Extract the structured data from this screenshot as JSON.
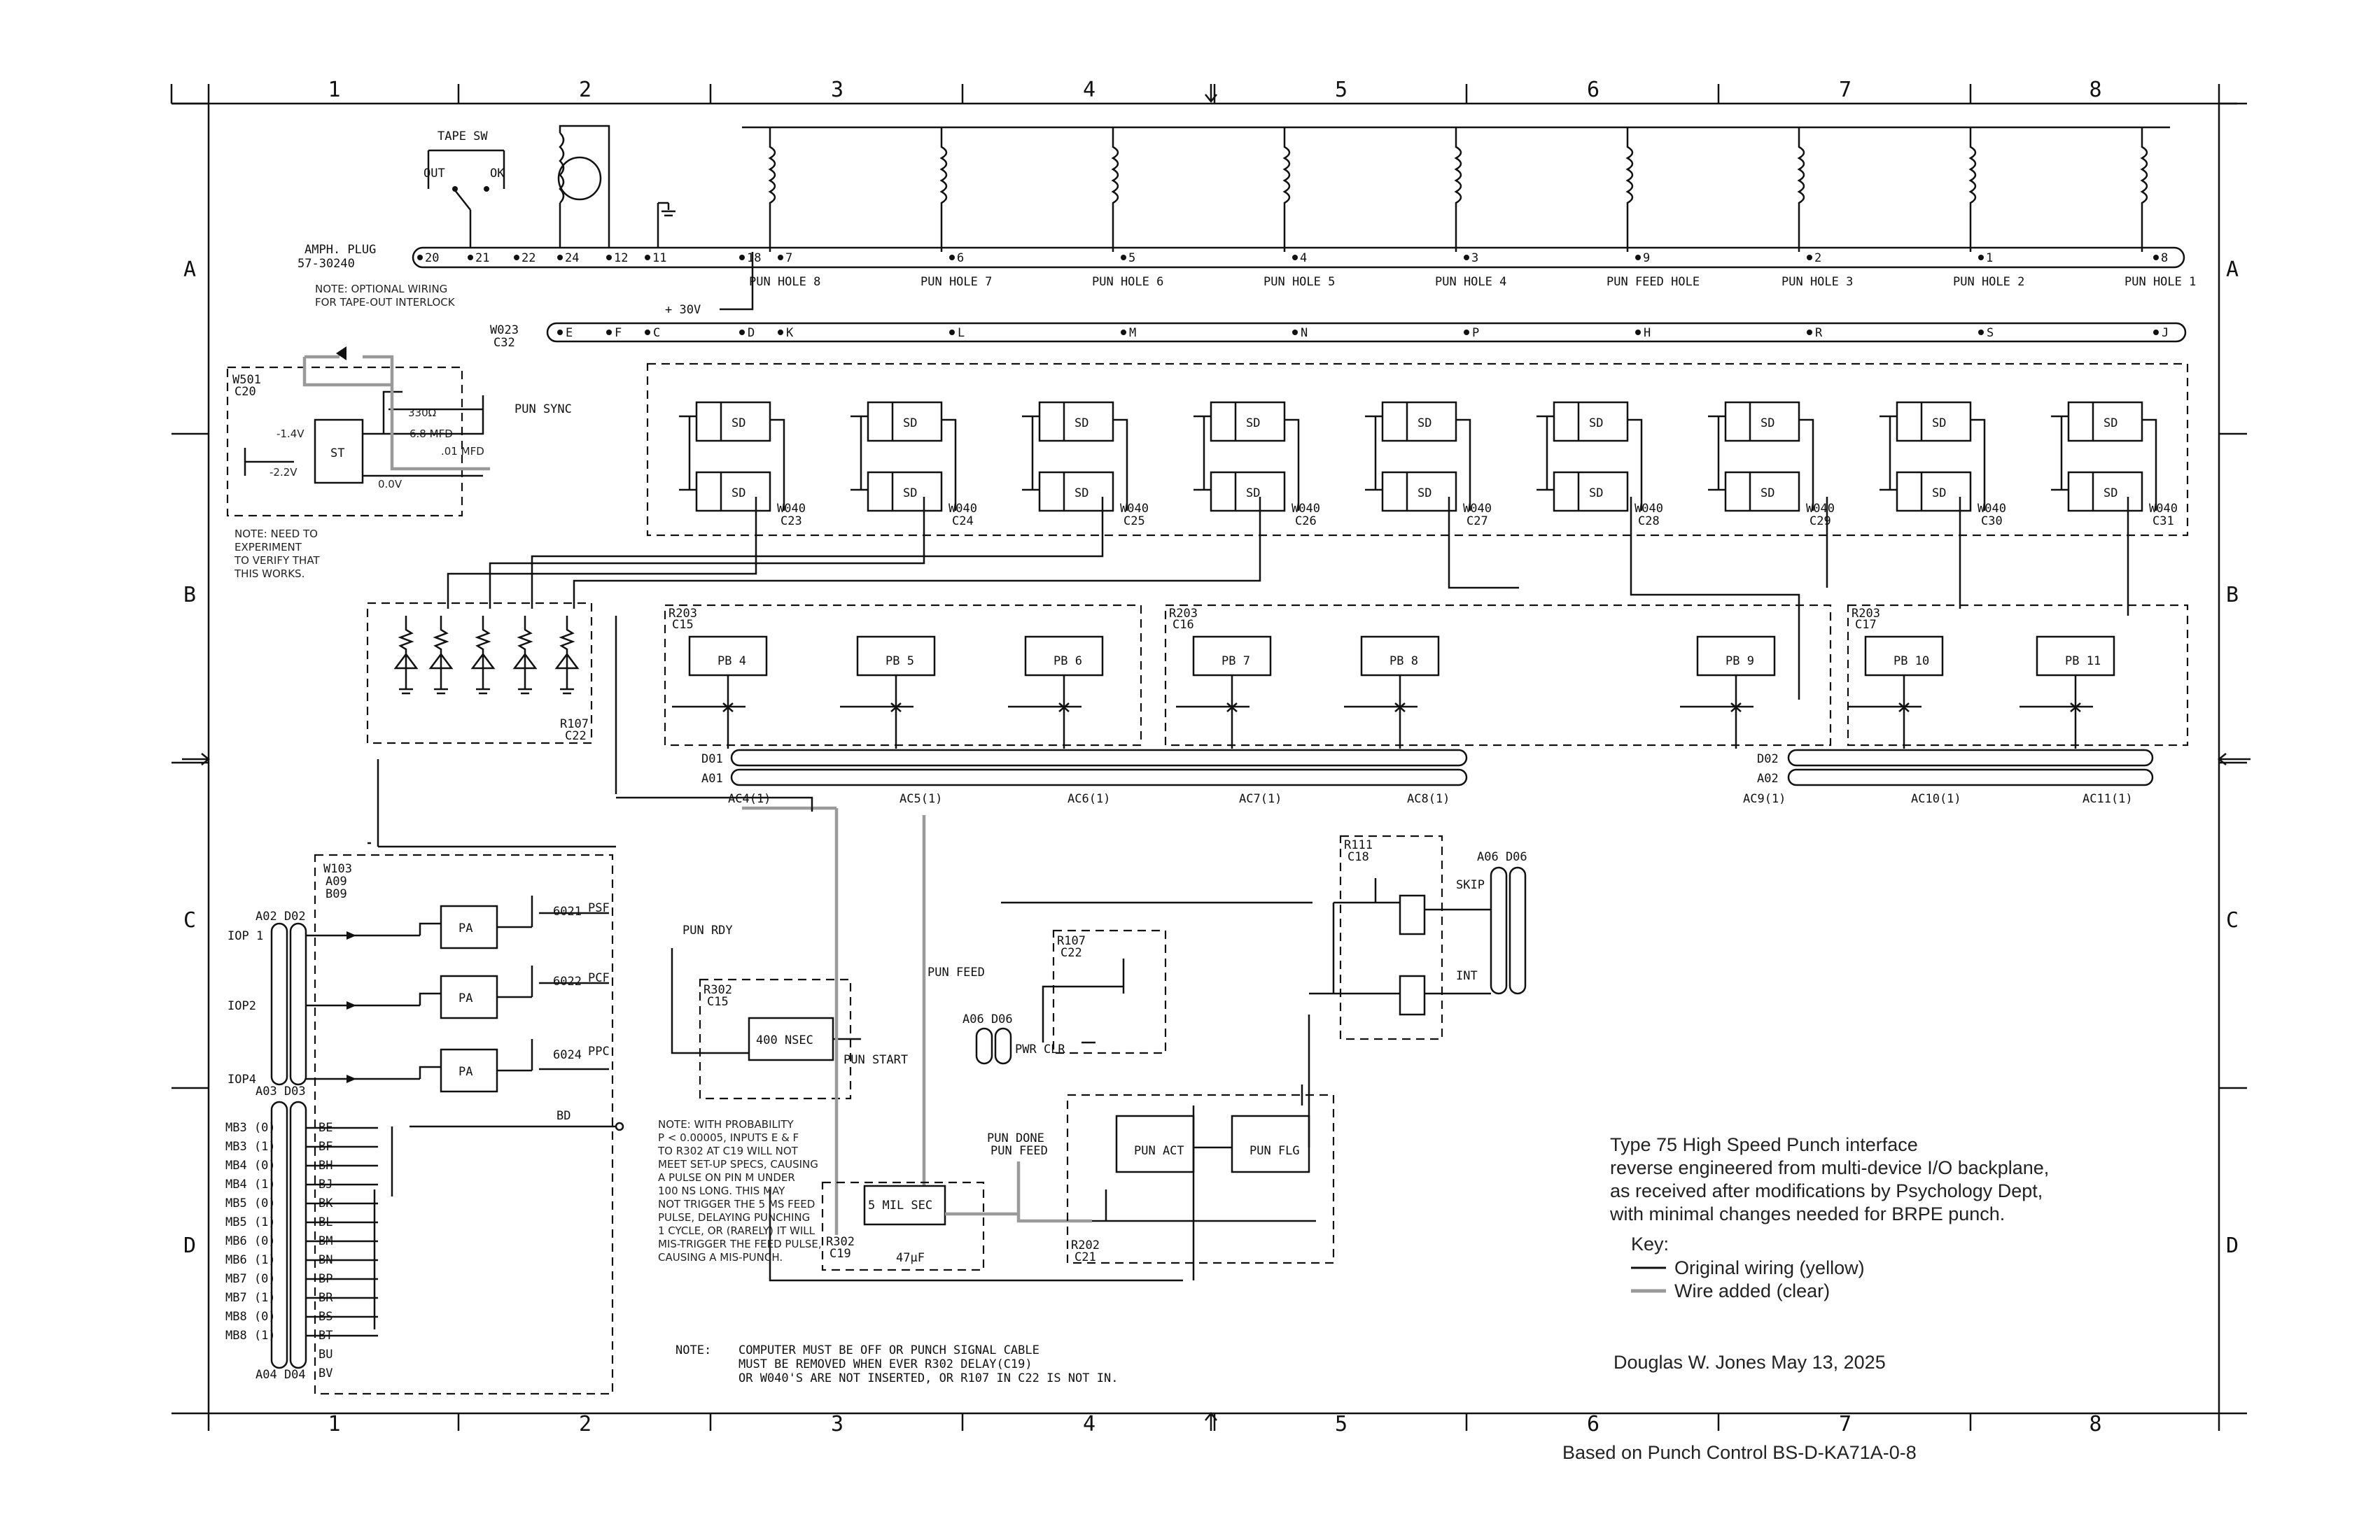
{
  "zones": {
    "columns": [
      "1",
      "2",
      "3",
      "4",
      "5",
      "6",
      "7",
      "8"
    ],
    "rows": [
      "A",
      "B",
      "C",
      "D"
    ]
  },
  "top": {
    "tape_sw": "TAPE SW",
    "out": "OUT",
    "ok": "OK",
    "amph_plug": "AMPH. PLUG",
    "amph_part": "57-30240",
    "note_optional": "NOTE: OPTIONAL WIRING",
    "note_optional2": "FOR TAPE-OUT INTERLOCK",
    "w023": "W023",
    "c32": "C32",
    "v30": "+ 30V",
    "pun_sync": "PUN SYNC"
  },
  "plug_pins": [
    "20",
    "21",
    "22",
    "24",
    "12",
    "11",
    "18",
    "7",
    "6",
    "5",
    "4",
    "3",
    "9",
    "2",
    "1",
    "8"
  ],
  "lower_pins": [
    "E",
    "F",
    "C",
    "D",
    "K",
    "L",
    "M",
    "N",
    "P",
    "H",
    "R",
    "S",
    "J"
  ],
  "hole_labels": [
    "PUN HOLE 8",
    "PUN HOLE 7",
    "PUN HOLE 6",
    "PUN HOLE 5",
    "PUN HOLE 4",
    "PUN FEED HOLE",
    "PUN HOLE 3",
    "PUN HOLE 2",
    "PUN HOLE 1"
  ],
  "w501": {
    "name": "W501",
    "slot": "C20",
    "st": "ST",
    "v1": "-1.4V",
    "v2": "-2.2V",
    "r": "330Ω",
    "c1": "6.8 MFD",
    "c2": ".01 MFD",
    "v0": "0.0V",
    "note": [
      "NOTE: NEED TO",
      "EXPERIMENT",
      "TO VERIFY THAT",
      "THIS WORKS."
    ]
  },
  "sd_label": "SD",
  "w040_modules": [
    {
      "name": "W040",
      "slot": "C23"
    },
    {
      "name": "W040",
      "slot": "C24"
    },
    {
      "name": "W040",
      "slot": "C25"
    },
    {
      "name": "W040",
      "slot": "C26"
    },
    {
      "name": "W040",
      "slot": "C27"
    },
    {
      "name": "W040",
      "slot": "C28"
    },
    {
      "name": "W040",
      "slot": "C29"
    },
    {
      "name": "W040",
      "slot": "C30"
    },
    {
      "name": "W040",
      "slot": "C31"
    }
  ],
  "r107_c22": {
    "name": "R107",
    "slot": "C22"
  },
  "r203": [
    {
      "name": "R203",
      "slot": "C15"
    },
    {
      "name": "R203",
      "slot": "C16"
    },
    {
      "name": "R203",
      "slot": "C17"
    }
  ],
  "pb_modules": [
    "PB 4",
    "PB 5",
    "PB 6",
    "PB 7",
    "PB 8",
    "PB 9",
    "PB 10",
    "PB 11"
  ],
  "bus_rows": {
    "d01": "D01",
    "a01": "A01",
    "d02": "D02",
    "a02": "A02",
    "ac": [
      "AC4(1)",
      "AC5(1)",
      "AC6(1)",
      "AC7(1)",
      "AC8(1)",
      "AC9(1)",
      "AC10(1)",
      "AC11(1)"
    ]
  },
  "w103": {
    "name": "W103",
    "a": "A09",
    "b": "B09",
    "pa": "PA",
    "iop": [
      "IOP 1",
      "IOP2",
      "IOP4"
    ],
    "sig": [
      "6021",
      "6022",
      "6024"
    ],
    "out": [
      "PSF",
      "PCF",
      "PPC"
    ],
    "bd": "BD",
    "conn_top": "A02 D02",
    "conn_mid": "A03 D03",
    "conn_bot": "A04 D04",
    "mb": [
      "MB3 (0)",
      "MB3 (1)",
      "MB4 (0)",
      "MB4 (1)",
      "MB5 (0)",
      "MB5 (1)",
      "MB6 (0)",
      "MB6 (1)",
      "MB7 (0)",
      "MB7 (1)",
      "MB8 (0)",
      "MB8 (1)"
    ],
    "mb_pins": [
      "BE",
      "BF",
      "BH",
      "BJ",
      "BK",
      "BL",
      "BM",
      "BN",
      "BP",
      "BR",
      "BS",
      "BT",
      "BU",
      "BV"
    ]
  },
  "middle": {
    "pun_rdy": "PUN RDY",
    "pun_feed": "PUN FEED",
    "r302_c15": {
      "name": "R302",
      "slot": "C15"
    },
    "nsec": "400 NSEC",
    "pun_start": "PUN START",
    "r107_c22b": {
      "name": "R107",
      "slot": "C22"
    },
    "a06": "A06 D06",
    "pwr_clr": "PWR CLR",
    "r111": {
      "name": "R111",
      "slot": "C18"
    },
    "skip": "SKIP",
    "int": "INT",
    "a06b": "A06 D06",
    "mil_sec": "5 MIL SEC",
    "r302_c19": {
      "name": "R302",
      "slot": "C19"
    },
    "cap": "47μF",
    "pun_done": "PUN DONE",
    "pun_act": "PUN ACT",
    "pun_flg": "PUN FLG",
    "r202": {
      "name": "R202",
      "slot": "C21"
    }
  },
  "note_prob": [
    "NOTE: WITH PROBABILITY",
    "P < 0.00005, INPUTS E & F",
    "TO R302 AT C19 WILL NOT",
    "MEET SET-UP SPECS, CAUSING",
    "A PULSE ON PIN M UNDER",
    "100 NS LONG. THIS MAY",
    "NOT TRIGGER THE 5 MS FEED",
    "PULSE, DELAYING PUNCHING",
    "1 CYCLE, OR (RARELY) IT WILL",
    "MIS-TRIGGER THE FEED PULSE,",
    "CAUSING A MIS-PUNCH."
  ],
  "note_bottom": {
    "label": "NOTE:",
    "lines": [
      "COMPUTER MUST BE OFF OR PUNCH SIGNAL CABLE",
      "MUST BE REMOVED WHEN EVER R302 DELAY(C19)",
      "OR W040'S ARE NOT INSERTED, OR R107 IN C22 IS NOT IN."
    ]
  },
  "annotation": {
    "title": "Type 75 High Speed Punch interface",
    "lines": [
      "reverse engineered from multi-device I/O backplane,",
      "as received after modifications by Psychology Dept,",
      "with minimal changes needed for BRPE punch."
    ],
    "key_title": "Key:",
    "key_original": "Original wiring (yellow)",
    "key_added": "Wire added (clear)",
    "author": "Douglas W. Jones  May 13, 2025",
    "based_on": "Based on  Punch Control BS-D-KA71A-0-8"
  },
  "colors": {
    "original_wiring": "#111111",
    "added_wire": "#9a9a9a"
  }
}
